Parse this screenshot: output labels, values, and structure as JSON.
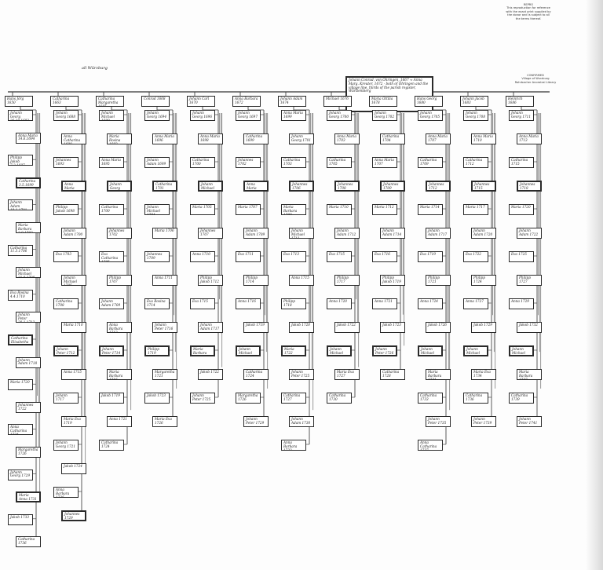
{
  "header_stamp": {
    "lines": [
      "REPRO",
      "This reproduction for reference",
      "with the exact print supplied by",
      "the donor and is subject to all",
      "the terms thereof."
    ]
  },
  "archive_stamp": {
    "lines": [
      "CONFIRMED",
      "Village of Wurzburg",
      "Rohrbacher Ancestral Library"
    ]
  },
  "title": "all Würzburg",
  "root_box": "Johann Conrad, von Öhringen, 1667 ∞ Anna Marg. Kreuter, 1672 · both of Öhringen and the village line, thirds of the parish register, Württemberg",
  "columns": [
    {
      "head": "Hans Jörg 1650",
      "items": [
        "Johann Georg 26.10.1692",
        "Anna Maria 14.6.1694",
        "Philipp Jakob 7.2.1697",
        "Catharina 3.5.1699",
        "Johann Adam 19.1.1701",
        "Maria Barbara 2.9.1703",
        "Catharina 11.3.1706",
        "Johann Michael 21.8.1708",
        "Eva Rosina 4.4.1710",
        "Johann Peter 30.1.1713",
        "Catharina Elisabetha 1715",
        "Johann Adam 1718",
        "Maria 1720",
        "Johannes 1722",
        "Anna Catharina 1724",
        "Margaretha 1726",
        "Johann Georg 1729",
        "Maria Anna 1731",
        "Jakob 1733",
        "Catharina 1736"
      ]
    },
    {
      "head": "Catharina 1663",
      "items": [
        "Johann Georg 1688",
        "Anna Catharina 1690",
        "Johannes 1693",
        "Anna Maria 1695",
        "Philipp Jakob 1698",
        "Johann Adam 1700",
        "Eva 1703",
        "Johann Michael 1705",
        "Catharina 1708",
        "Maria 1710",
        "Johann Peter 1712",
        "Anna 1715",
        "Johann 1717",
        "Maria Eva 1719",
        "Johann Georg 1721",
        "Jakob 1724",
        "Anna Barbara 1726",
        "Johannes 1729"
      ]
    },
    {
      "head": "Catharina Margaretha 1665",
      "items": [
        "Johann Michael 1690",
        "Maria Rosina 1692",
        "Anna Maria 1695",
        "Johann Georg 1698",
        "Catharina 1700",
        "Johannes 1702",
        "Eva Catharina 1705",
        "Philipp 1707",
        "Johann Adam 1709",
        "Anna Barbara 1712",
        "Johann Peter 1714",
        "Maria Barbara 1716",
        "Jakob 1719",
        "Anna 1721",
        "Catharina 1724"
      ]
    },
    {
      "head": "Conrad 1668",
      "items": [
        "Johann Georg 1694",
        "Anna Maria 1696",
        "Johann Adam 1699",
        "Catharina 1701",
        "Johann Michael 1704",
        "Maria 1706",
        "Johannes 1709",
        "Anna 1711",
        "Eva Rosina 1714",
        "Johann Peter 1716",
        "Philipp 1719",
        "Margaretha 1721",
        "Jakob 1723",
        "Maria Eva 1726"
      ]
    },
    {
      "head": "Johann Carl 1670",
      "items": [
        "Johann Georg 1696",
        "Anna Maria 1698",
        "Catharina 1700",
        "Johann Michael 1703",
        "Maria 1705",
        "Johannes 1707",
        "Anna 1710",
        "Philipp Jakob 1712",
        "Eva 1715",
        "Johann Adam 1717",
        "Maria Barbara 1719",
        "Jakob 1722",
        "Johann Peter 1725"
      ]
    },
    {
      "head": "Anna Barbara 1672",
      "items": [
        "Johann Georg 1697",
        "Catharina 1699",
        "Johannes 1702",
        "Anna Maria 1704",
        "Maria 1707",
        "Johann Adam 1709",
        "Eva 1711",
        "Philipp 1714",
        "Anna 1716",
        "Jakob 1719",
        "Johann Michael 1721",
        "Catharina 1724",
        "Margaretha 1726",
        "Johann Peter 1729"
      ]
    },
    {
      "head": "Johann Adam 1674",
      "items": [
        "Anna Maria 1699",
        "Johann Georg 1701",
        "Catharina 1703",
        "Johannes 1706",
        "Maria Barbara 1708",
        "Johann Michael 1711",
        "Eva 1713",
        "Anna 1715",
        "Philipp 1718",
        "Jakob 1720",
        "Maria 1722",
        "Johann Peter 1725",
        "Catharina 1727",
        "Johann Adam 1730",
        "Anna Barbara 1732"
      ]
    },
    {
      "head": "Michael 1676",
      "items": [
        "Johann Georg 1700",
        "Anna Maria 1703",
        "Catharina 1705",
        "Johannes 1708",
        "Maria 1710",
        "Johann Adam 1712",
        "Eva 1715",
        "Philipp 1717",
        "Anna 1720",
        "Jakob 1722",
        "Johann Michael 1725",
        "Maria Eva 1727",
        "Catharina 1730"
      ]
    },
    {
      "head": "Maria Ottilia 1678",
      "items": [
        "Johann Georg 1702",
        "Catharina 1704",
        "Anna Maria 1707",
        "Johannes 1709",
        "Maria 1712",
        "Johann Adam 1714",
        "Eva 1716",
        "Philipp Jakob 1719",
        "Anna 1721",
        "Jakob 1723",
        "Johann Peter 1726",
        "Catharina 1728"
      ]
    },
    {
      "head": "Hans Georg 1680",
      "items": [
        "Johann Georg 1705",
        "Anna Maria 1707",
        "Catharina 1709",
        "Johannes 1712",
        "Maria 1714",
        "Johann Adam 1717",
        "Eva 1719",
        "Philipp 1721",
        "Anna 1724",
        "Jakob 1726",
        "Johann Michael 1728",
        "Maria Barbara 1731",
        "Catharina 1733",
        "Johann Peter 1735",
        "Anna Catharina 1737"
      ]
    },
    {
      "head": "Johann Jacob 1683",
      "items": [
        "Johann Georg 1708",
        "Anna Maria 1710",
        "Catharina 1712",
        "Johannes 1715",
        "Maria 1717",
        "Johann Adam 1720",
        "Eva 1722",
        "Philipp 1724",
        "Anna 1727",
        "Jakob 1729",
        "Johann Michael 1731",
        "Maria Eva 1734",
        "Catharina 1736",
        "Johann Peter 1739"
      ]
    },
    {
      "head": "Heinrich 1686",
      "items": [
        "Johann Georg 1711",
        "Anna Maria 1713",
        "Catharina 1715",
        "Johannes 1718",
        "Maria 1720",
        "Johann Adam 1722",
        "Eva 1725",
        "Philipp 1727",
        "Anna 1729",
        "Jakob 1732",
        "Johann Michael 1734",
        "Maria Barbara 1737",
        "Catharina 1739",
        "Johann Peter 1741"
      ]
    }
  ]
}
